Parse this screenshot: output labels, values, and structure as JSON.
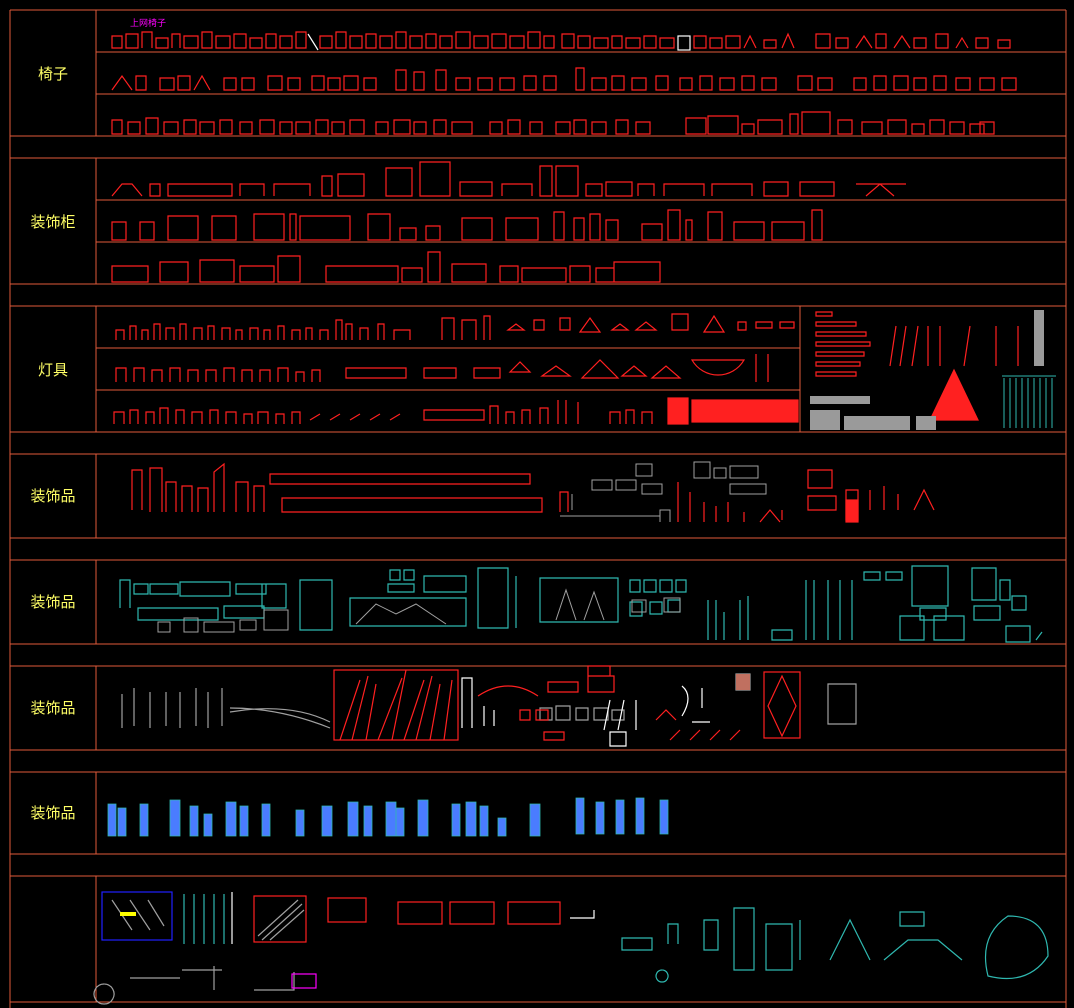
{
  "header": {
    "tag_text": "上网椅子"
  },
  "categories": [
    {
      "id": "chairs",
      "label": "椅子"
    },
    {
      "id": "cabinets",
      "label": "装饰柜"
    },
    {
      "id": "lamps",
      "label": "灯具"
    },
    {
      "id": "decor1",
      "label": "装饰品"
    },
    {
      "id": "decor2",
      "label": "装饰品"
    },
    {
      "id": "decor3",
      "label": "装饰品"
    },
    {
      "id": "decor4",
      "label": "装饰品"
    },
    {
      "id": "misc",
      "label": ""
    }
  ],
  "colors": {
    "grid_line": "#e05a3a",
    "label_text": "#ffff66",
    "red_block": "#ff2020",
    "cyan_block": "#2fb8b0",
    "gray_block": "#a0a0a0",
    "blue_people": "#4a7cff",
    "tag_text": "#ff00ff"
  }
}
